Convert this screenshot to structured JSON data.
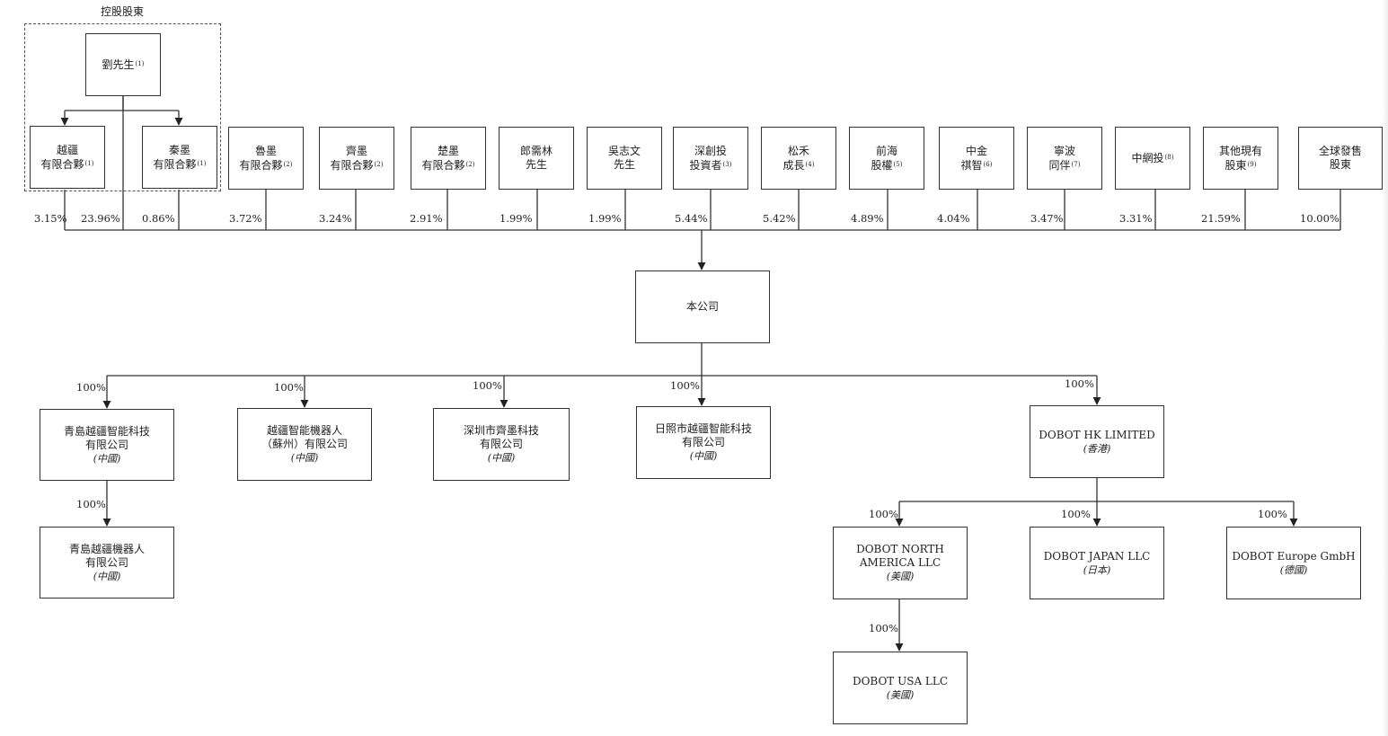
{
  "controlling_label": "控股股東",
  "shareholders": [
    {
      "id": "liu",
      "lines": [
        "劉先生"
      ],
      "note": "(1)"
    },
    {
      "id": "yuejiang",
      "lines": [
        "越疆",
        "有限合夥"
      ],
      "note": "(1)"
    },
    {
      "id": "qinmo",
      "lines": [
        "秦墨",
        "有限合夥"
      ],
      "note": "(1)"
    },
    {
      "id": "lumo",
      "lines": [
        "魯墨",
        "有限合夥"
      ],
      "note": "(2)"
    },
    {
      "id": "qimo",
      "lines": [
        "齊墨",
        "有限合夥"
      ],
      "note": "(2)"
    },
    {
      "id": "chumo",
      "lines": [
        "楚墨",
        "有限合夥"
      ],
      "note": "(2)"
    },
    {
      "id": "lang",
      "lines": [
        "郎需林",
        "先生"
      ],
      "note": ""
    },
    {
      "id": "wu",
      "lines": [
        "吳志文",
        "先生"
      ],
      "note": ""
    },
    {
      "id": "shenchuang",
      "lines": [
        "深創投",
        "投資者"
      ],
      "note": "(3)"
    },
    {
      "id": "songhe",
      "lines": [
        "松禾",
        "成長"
      ],
      "note": "(4)"
    },
    {
      "id": "qianhai",
      "lines": [
        "前海",
        "股權"
      ],
      "note": "(5)"
    },
    {
      "id": "zhongjin",
      "lines": [
        "中金",
        "祺智"
      ],
      "note": "(6)"
    },
    {
      "id": "ningbo",
      "lines": [
        "寧波",
        "同伴"
      ],
      "note": "(7)"
    },
    {
      "id": "zhongwang",
      "lines": [
        "中網投"
      ],
      "note": "(8)"
    },
    {
      "id": "others",
      "lines": [
        "其他現有",
        "股東"
      ],
      "note": "(9)"
    },
    {
      "id": "global",
      "lines": [
        "全球發售",
        "股東"
      ],
      "note": ""
    }
  ],
  "holdings": [
    "3.15%",
    "23.96%",
    "0.86%",
    "3.72%",
    "3.24%",
    "2.91%",
    "1.99%",
    "1.99%",
    "5.44%",
    "5.42%",
    "4.89%",
    "4.04%",
    "3.47%",
    "3.31%",
    "21.59%",
    "10.00%"
  ],
  "company": {
    "lines": [
      "本公司"
    ]
  },
  "subsidiaries": [
    {
      "id": "qingdao_tech",
      "lines": [
        "青島越疆智能科技",
        "有限公司"
      ],
      "region": "(中國)",
      "pct": "100%"
    },
    {
      "id": "yuejiang_suzhou",
      "lines": [
        "越疆智能機器人",
        "（蘇州）有限公司"
      ],
      "region": "(中國)",
      "pct": "100%"
    },
    {
      "id": "shenzhen_qimo",
      "lines": [
        "深圳市齊墨科技",
        "有限公司"
      ],
      "region": "(中國)",
      "pct": "100%"
    },
    {
      "id": "rizhao",
      "lines": [
        "日照市越疆智能科技",
        "有限公司"
      ],
      "region": "(中國)",
      "pct": "100%"
    },
    {
      "id": "dobot_hk",
      "lines": [
        "DOBOT HK LIMITED"
      ],
      "region": "(香港)",
      "pct": "100%"
    },
    {
      "id": "qingdao_robot",
      "lines": [
        "青島越疆機器人",
        "有限公司"
      ],
      "region": "(中國)",
      "pct": "100%"
    },
    {
      "id": "dobot_na",
      "lines": [
        "DOBOT NORTH",
        "AMERICA LLC"
      ],
      "region": "(美國)",
      "pct": "100%"
    },
    {
      "id": "dobot_jp",
      "lines": [
        "DOBOT JAPAN LLC"
      ],
      "region": "(日本)",
      "pct": "100%"
    },
    {
      "id": "dobot_eu",
      "lines": [
        "DOBOT Europe GmbH"
      ],
      "region": "(德國)",
      "pct": "100%"
    },
    {
      "id": "dobot_usa",
      "lines": [
        "DOBOT USA LLC"
      ],
      "region": "(美國)",
      "pct": "100%"
    }
  ]
}
